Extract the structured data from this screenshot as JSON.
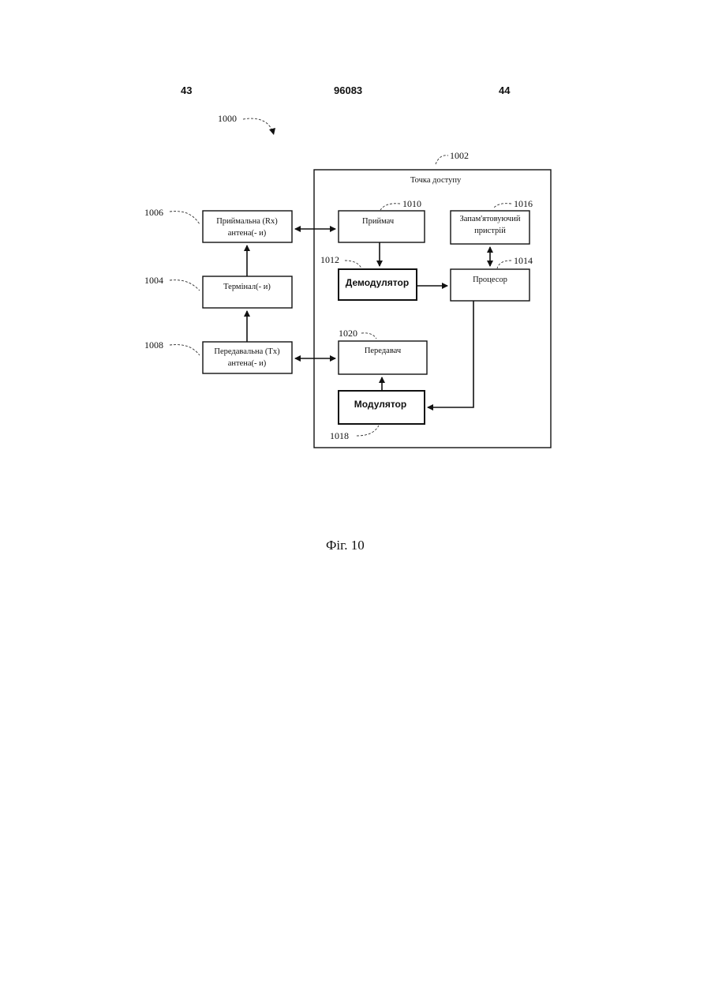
{
  "header": {
    "left": "43",
    "center": "96083",
    "right": "44"
  },
  "figure_ref": "1000",
  "access_point": {
    "ref": "1002",
    "label": "Точка доступу"
  },
  "blocks": {
    "rx_antenna": {
      "ref": "1006",
      "line1": "Приймальна (Rx)",
      "line2": "антена(- и)"
    },
    "terminal": {
      "ref": "1004",
      "label": "Термінал(- и)"
    },
    "tx_antenna": {
      "ref": "1008",
      "line1": "Передавальна (Tx)",
      "line2": "антена(- и)"
    },
    "receiver": {
      "ref": "1010",
      "label": "Приймач"
    },
    "memory": {
      "ref": "1016",
      "line1": "Запам'ятовуючий",
      "line2": "пристрій"
    },
    "demodulator": {
      "ref": "1012",
      "label": "Демодулятор"
    },
    "processor": {
      "ref": "1014",
      "label": "Процесор"
    },
    "transmitter": {
      "ref": "1020",
      "label": "Передавач"
    },
    "modulator": {
      "ref": "1018",
      "label": "Модулятор"
    }
  },
  "caption": "Фіг. 10"
}
